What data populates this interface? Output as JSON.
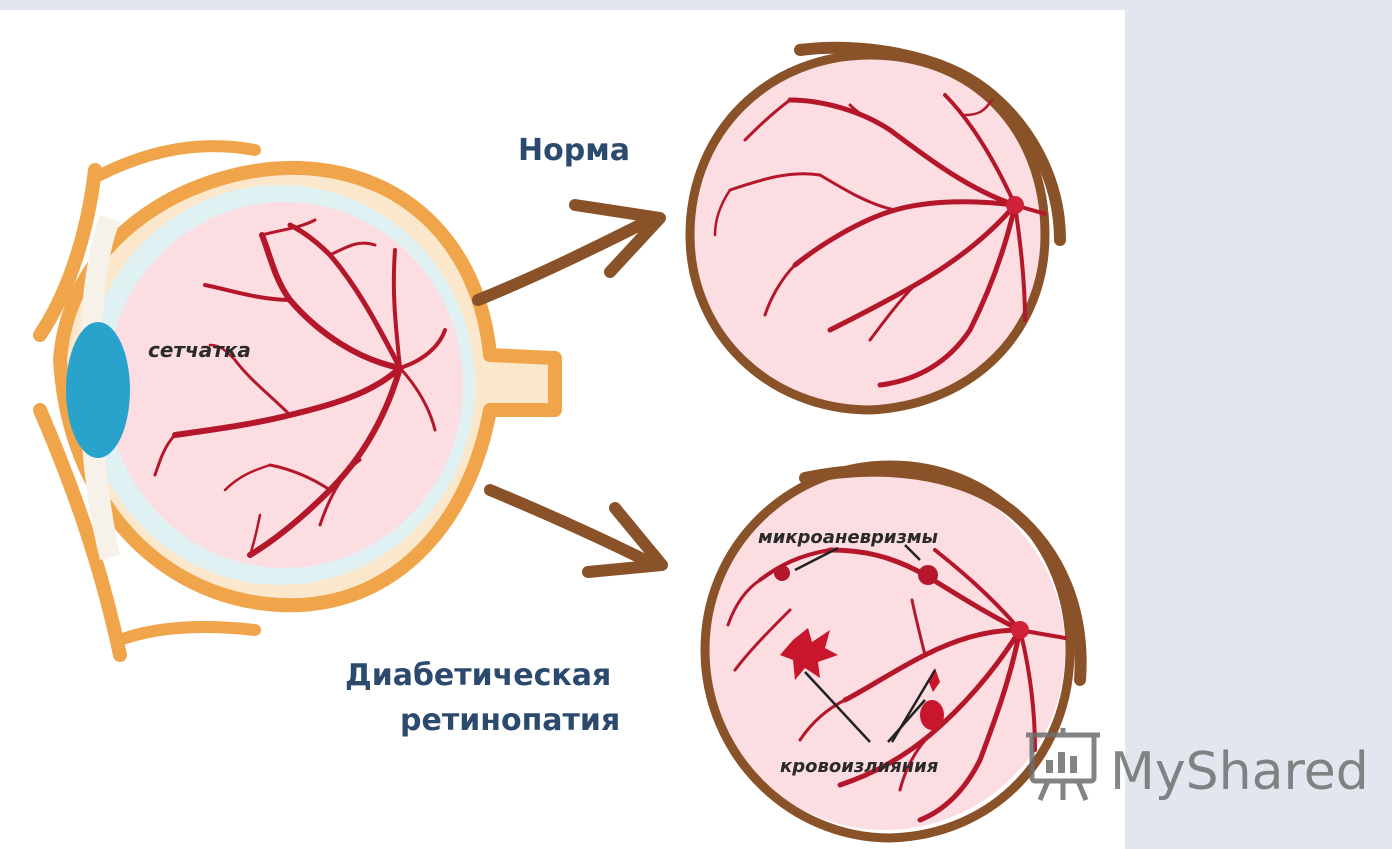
{
  "labels": {
    "retina": "сетчатка",
    "normal": "Норма",
    "diabetic_line1": "Диабетическая",
    "diabetic_line2": "ретинопатия",
    "microaneurysms": "микроаневризмы",
    "hemorrhages": "кровоизлияния"
  },
  "watermark": {
    "text": "MyShared",
    "icon": "presentation-board-icon"
  },
  "colors": {
    "background": "#e1e6ef",
    "panel": "#ffffff",
    "sclera": "#f0a54a",
    "retina_fill": "#fbdde2",
    "vessel": "#b5172a",
    "lens": "#2aa3cc",
    "fundus_ring": "#8a5228",
    "arrow": "#8a5228",
    "label_main": "#2c4a6e"
  }
}
